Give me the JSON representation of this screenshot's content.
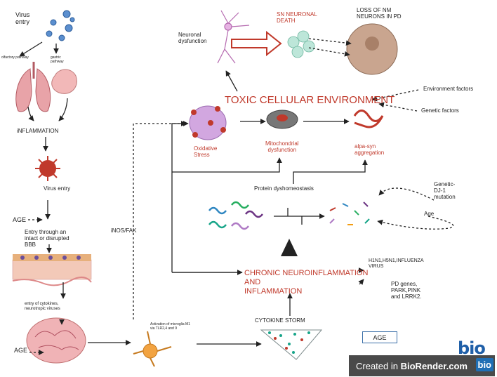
{
  "labels": {
    "virus_entry_top": "Virus\nentry",
    "olfactory_pathway": "olfactory pathway",
    "gastric_pathway": "gastric\npathway",
    "inflammation": "iNFLAMMATION",
    "virus_entry_mid": "Virus entry",
    "age_1": "AGE",
    "entry_bbb": "Entry through an\nintact or disrupted\nBBB",
    "entry_cytokines": "entry of cytokines,\nneurotropic viruses",
    "age_2": "AGE",
    "inos_fak": "iNOS/FAK",
    "microglia_activation": "Activation of microglia M1\nvia TLR2,4 and 9",
    "neuronal_dysfunction": "Neuronal\ndysfunction",
    "sn_neuronal_death": "SN NEURONAL\nDEATH",
    "loss_nm": "LOSS OF NM\nNEURONS IN PD",
    "toxic_env": "TOXIC CELLULAR ENVIRONMENT",
    "environment_factors": "Environment factors",
    "genetic_factors": "Genetic factors",
    "oxidative_stress": "Oxidative\nStress",
    "mito_dysfunction": "Mitochondrial\ndysfunction",
    "alpha_syn": "alpa-syn\naggregation",
    "protein_dys": "Protein dyshomeostasis",
    "genetic_dj1": "Genetic-\nDJ-1\nmutation",
    "age_right": "Age",
    "chronic_neuro": "CHRONIC NEUROINFLAMMATION\nAND\nINFLAMMATION",
    "h1n1": "H1N1,H5N1,INFLUENZA\nVIRUS",
    "pd_genes": "PD genes,\nPARK,PINK\nand LRRK2.",
    "cytokine_storm": "CYTOKINE STORM",
    "age_box": "AGE"
  },
  "credit": {
    "prefix": "Created in ",
    "brand": "BioRender.com",
    "badge": "bio",
    "logo": "bio"
  },
  "colors": {
    "accent_red": "#c0392b",
    "arrow": "#222222",
    "virus_blue": "#3b6fa8"
  }
}
